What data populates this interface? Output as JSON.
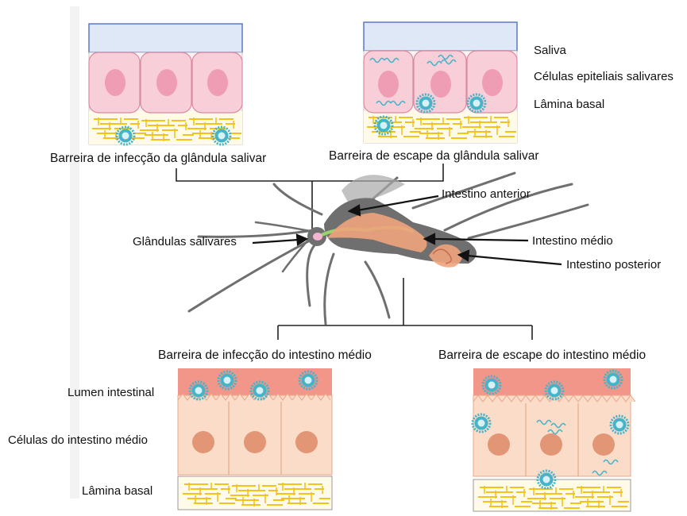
{
  "colors": {
    "saliva": "#dfe8f7",
    "saliva_border": "#5b78c8",
    "salivary_cell": "#f8cfd9",
    "salivary_cell_border": "#d98aa2",
    "salivary_nucleus": "#ef9db5",
    "midgut_cell": "#fbdcc9",
    "midgut_cell_border": "#e7a888",
    "midgut_nucleus": "#e29676",
    "lumen": "#f2968a",
    "basal_lamina_fill": "#fffbe8",
    "basal_fibers": "#f3c21f",
    "virus": "#45b3c8",
    "mosquito_body": "#6f6f6f",
    "foregut": "#f0a47c",
    "salivary_gland": "#f4b5d2",
    "green_duct": "#9bd36a"
  },
  "salivary": {
    "layer_labels": {
      "saliva": "Saliva",
      "epithelial_cells": "Células epiteliais salivares",
      "basal_lamina": "Lâmina basal"
    },
    "infection_barrier_title": "Barreira de infecção da glândula salivar",
    "escape_barrier_title": "Barreira de escape da glândula salivar"
  },
  "mosquito": {
    "foregut": "Intestino anterior",
    "salivary_glands": "Glândulas salivares",
    "midgut": "Intestino médio",
    "hindgut": "Intestino posterior"
  },
  "midgut": {
    "infection_barrier_title": "Barreira de infecção do intestino médio",
    "escape_barrier_title": "Barreira de escape do intestino médio",
    "layer_labels": {
      "lumen": "Lumen intestinal",
      "cells": "Células do intestino médio",
      "basal_lamina": "Lâmina basal"
    }
  }
}
